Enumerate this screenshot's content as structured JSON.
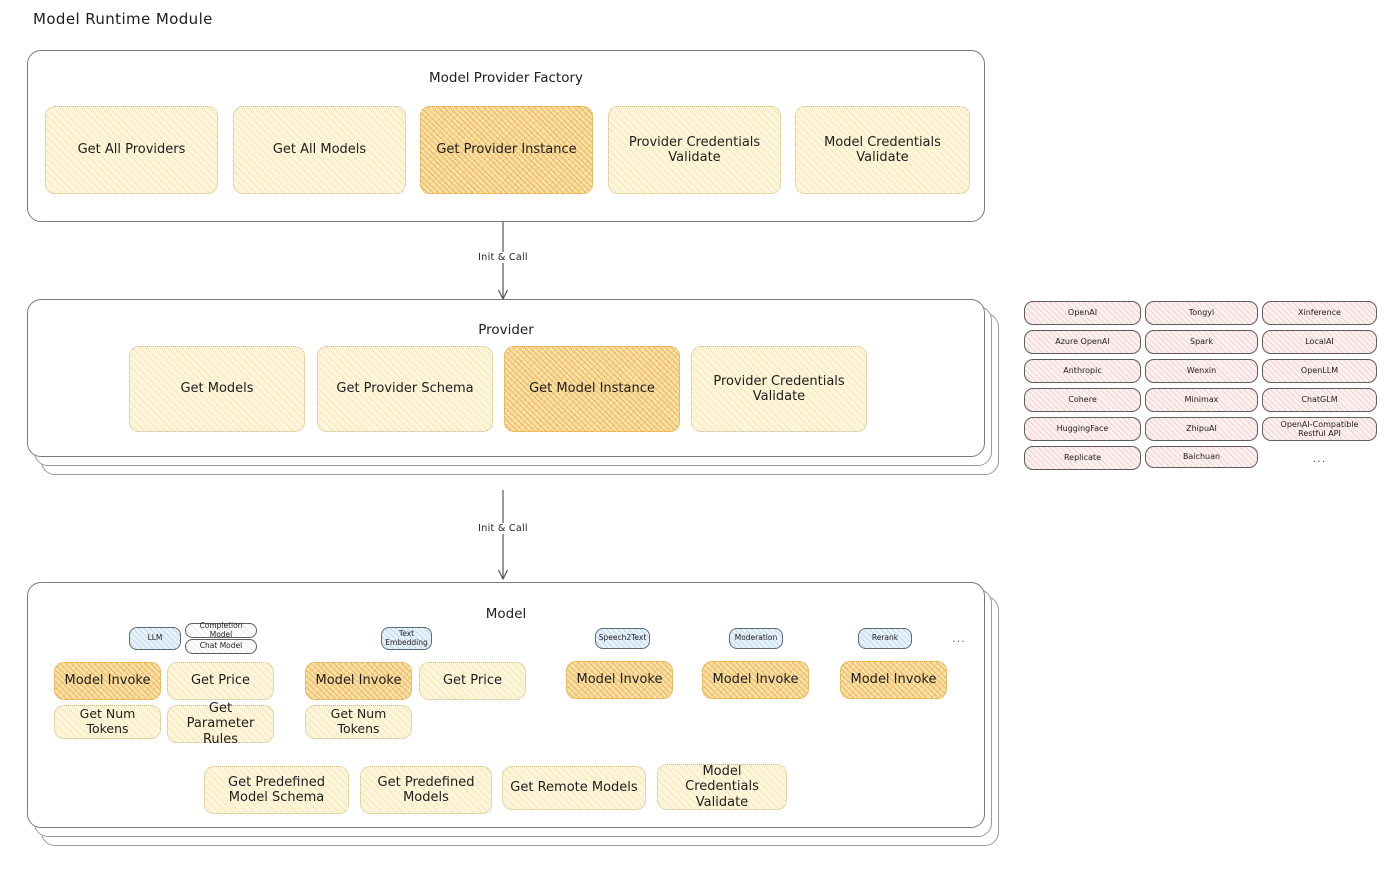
{
  "page": {
    "title": "Model Runtime Module"
  },
  "factory": {
    "title": "Model Provider Factory",
    "nodes": [
      {
        "label": "Get All Providers",
        "highlight": false
      },
      {
        "label": "Get All Models",
        "highlight": false
      },
      {
        "label": "Get Provider Instance",
        "highlight": true
      },
      {
        "label": "Provider Credentials Validate",
        "highlight": false
      },
      {
        "label": "Model Credentials Validate",
        "highlight": false
      }
    ]
  },
  "connector1": {
    "label": "Init & Call"
  },
  "provider": {
    "title": "Provider",
    "nodes": [
      {
        "label": "Get Models",
        "highlight": false
      },
      {
        "label": "Get Provider Schema",
        "highlight": false
      },
      {
        "label": "Get Model Instance",
        "highlight": true
      },
      {
        "label": "Provider Credentials Validate",
        "highlight": false
      }
    ]
  },
  "provider_list": {
    "columns": [
      [
        "OpenAI",
        "Azure OpenAI",
        "Anthropic",
        "Cohere",
        "HuggingFace",
        "Replicate"
      ],
      [
        "Tongyi",
        "Spark",
        "Wenxin",
        "Minimax",
        "ZhipuAI",
        "Baichuan"
      ],
      [
        "Xinference",
        "LocalAI",
        "OpenLLM",
        "ChatGLM",
        "OpenAI-Compatible Restful API"
      ]
    ],
    "more": "..."
  },
  "connector2": {
    "label": "Init & Call"
  },
  "model": {
    "title": "Model",
    "more": "...",
    "groups": [
      {
        "badge": "LLM",
        "badge_style": "blue",
        "sub_badges": [
          "Completion Model",
          "Chat Model"
        ],
        "nodes": [
          {
            "label": "Model Invoke",
            "highlight": true
          },
          {
            "label": "Get Price",
            "highlight": false
          },
          {
            "label": "Get Num Tokens",
            "highlight": false
          },
          {
            "label": "Get Parameter Rules",
            "highlight": false
          }
        ]
      },
      {
        "badge": "Text Embedding",
        "badge_style": "blue",
        "sub_badges": [],
        "nodes": [
          {
            "label": "Model Invoke",
            "highlight": true
          },
          {
            "label": "Get Price",
            "highlight": false
          },
          {
            "label": "Get Num Tokens",
            "highlight": false
          }
        ]
      },
      {
        "badge": "Speech2Text",
        "badge_style": "blue",
        "sub_badges": [],
        "nodes": [
          {
            "label": "Model Invoke",
            "highlight": true
          }
        ]
      },
      {
        "badge": "Moderation",
        "badge_style": "blue",
        "sub_badges": [],
        "nodes": [
          {
            "label": "Model Invoke",
            "highlight": true
          }
        ]
      },
      {
        "badge": "Rerank",
        "badge_style": "blue",
        "sub_badges": [],
        "nodes": [
          {
            "label": "Model Invoke",
            "highlight": true
          }
        ]
      }
    ],
    "common_nodes": [
      {
        "label": "Get Predefined Model Schema"
      },
      {
        "label": "Get Predefined Models"
      },
      {
        "label": "Get Remote Models"
      },
      {
        "label": "Model Credentials Validate"
      }
    ]
  }
}
